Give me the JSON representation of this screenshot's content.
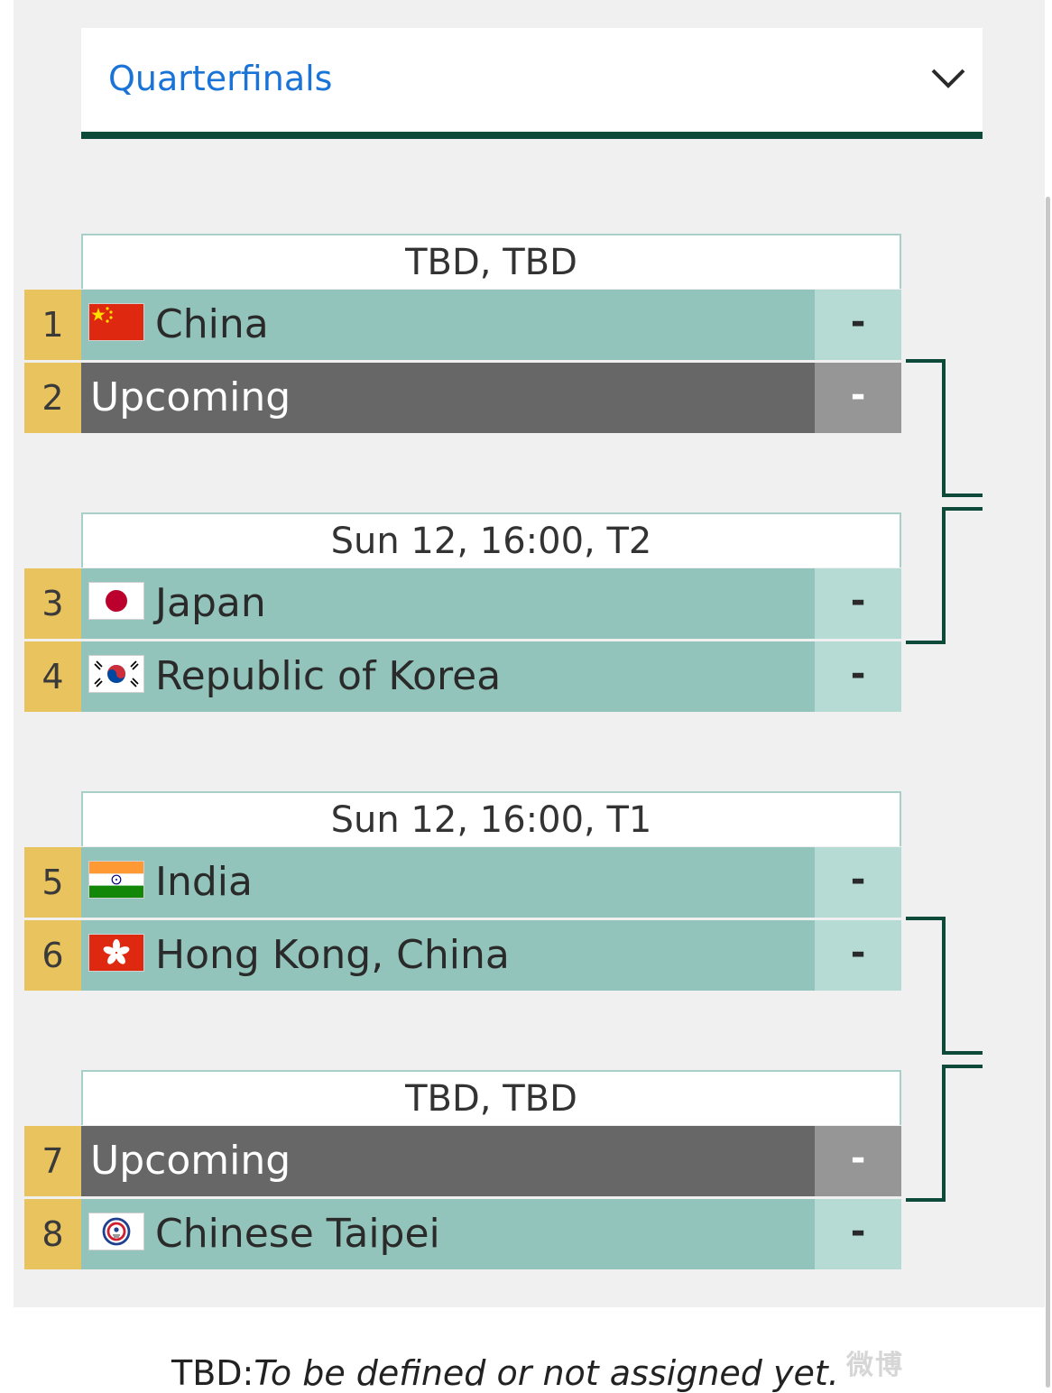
{
  "stage": {
    "selected": "Quarterfinals"
  },
  "matches": [
    {
      "info": "TBD, TBD",
      "teams": [
        {
          "seed": "1",
          "name": "China",
          "flag": "china-flag-icon",
          "score": "-"
        },
        {
          "seed": "2",
          "name": "Upcoming",
          "flag": null,
          "score": "-"
        }
      ]
    },
    {
      "info": "Sun 12, 16:00, T2",
      "teams": [
        {
          "seed": "3",
          "name": "Japan",
          "flag": "japan-flag-icon",
          "score": "-"
        },
        {
          "seed": "4",
          "name": "Republic of Korea",
          "flag": "korea-flag-icon",
          "score": "-"
        }
      ]
    },
    {
      "info": "Sun 12, 16:00, T1",
      "teams": [
        {
          "seed": "5",
          "name": "India",
          "flag": "india-flag-icon",
          "score": "-"
        },
        {
          "seed": "6",
          "name": "Hong Kong, China",
          "flag": "hong-kong-flag-icon",
          "score": "-"
        }
      ]
    },
    {
      "info": "TBD, TBD",
      "teams": [
        {
          "seed": "7",
          "name": "Upcoming",
          "flag": null,
          "score": "-"
        },
        {
          "seed": "8",
          "name": "Chinese Taipei",
          "flag": "chinese-taipei-flag-icon",
          "score": "-"
        }
      ]
    }
  ],
  "footer": {
    "abbr": "TBD:",
    "definition": "To be defined or not assigned yet."
  },
  "watermark": "微博",
  "colors": {
    "accent_blue": "#1a73d6",
    "dark_green": "#0e4a3a",
    "seed_gold": "#e9c35d",
    "team_teal": "#93c4bb",
    "upcoming_gray": "#676767"
  }
}
